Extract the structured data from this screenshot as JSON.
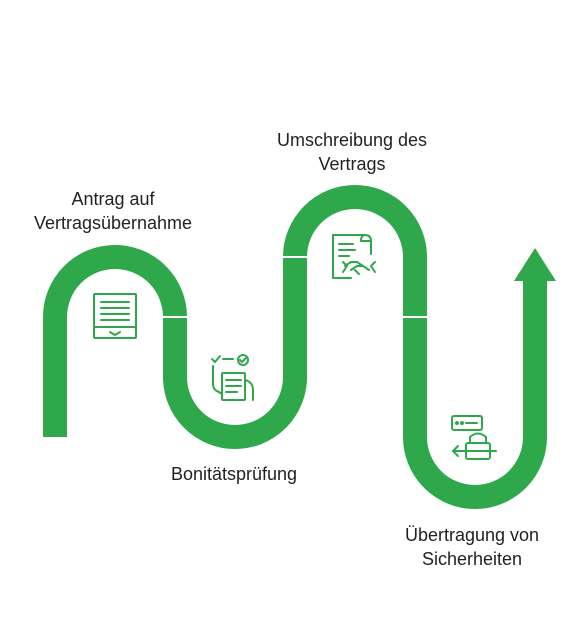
{
  "theme": {
    "accent": "#2ea84a",
    "icon_color": "#2ea84a",
    "text_color": "#222222"
  },
  "steps": [
    {
      "label_lines": [
        "Antrag auf",
        "Vertragsübernahme"
      ],
      "icon": "document-icon"
    },
    {
      "label_lines": [
        "Bonitätsprüfung"
      ],
      "icon": "clipboard-check-icon"
    },
    {
      "label_lines": [
        "Umschreibung des",
        "Vertrags"
      ],
      "icon": "contract-handshake-icon"
    },
    {
      "label_lines": [
        "Übertragung von",
        "Sicherheiten"
      ],
      "icon": "lock-transfer-icon"
    }
  ]
}
